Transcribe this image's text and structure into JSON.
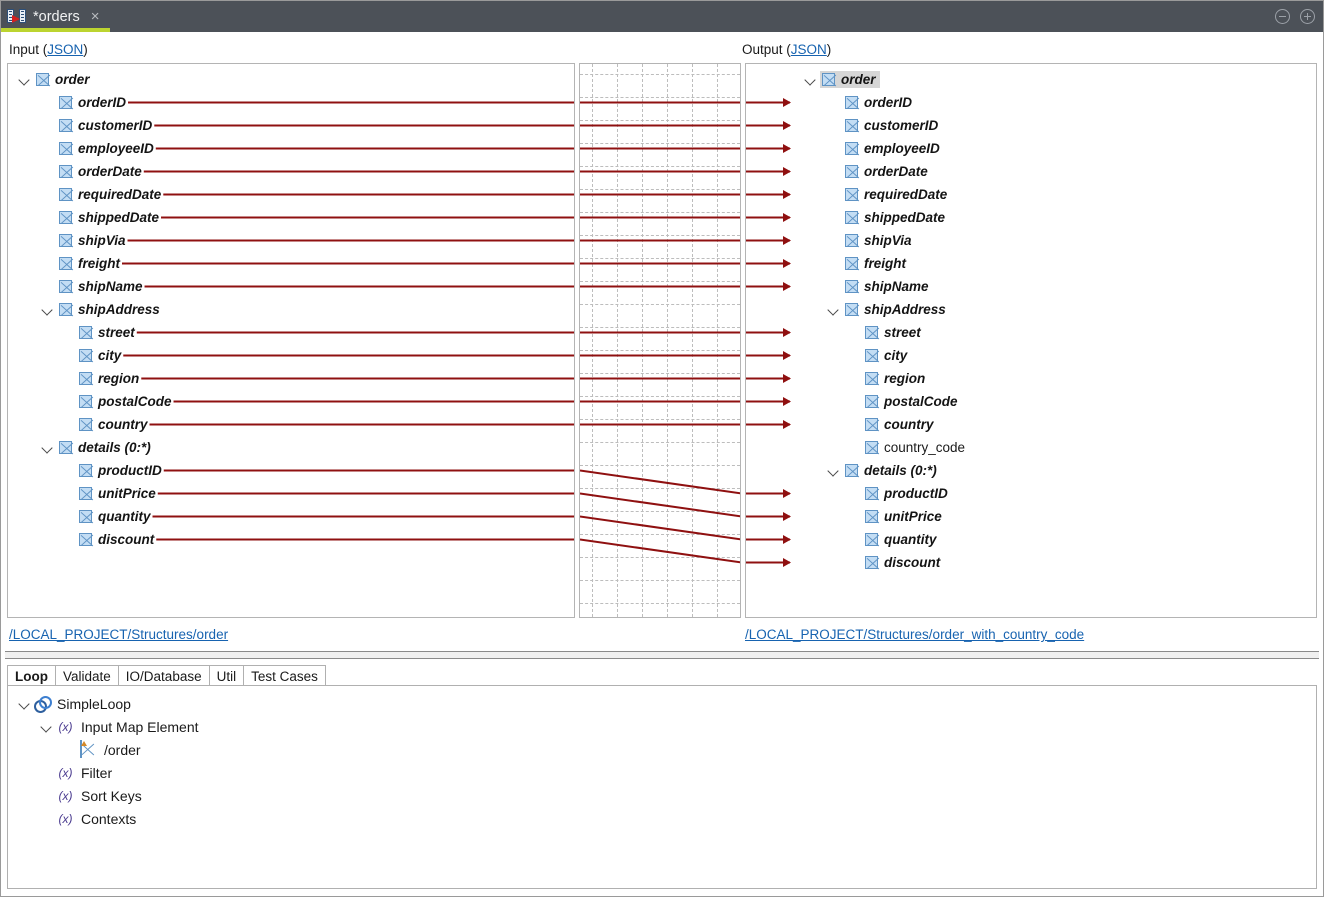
{
  "window": {
    "tab_title": "*orders",
    "tab_icon": "map-document-icon",
    "close_label": "×",
    "minimize_label": "minimize-icon",
    "maximize_label": "maximize-icon"
  },
  "input": {
    "caption_prefix": "Input (",
    "caption_link": "JSON",
    "caption_suffix": ")",
    "path": "/LOCAL_PROJECT/Structures/order",
    "nodes": [
      {
        "label": "order",
        "depth": 0,
        "expandable": true,
        "mapped": false,
        "plain": false
      },
      {
        "label": "orderID",
        "depth": 1,
        "expandable": false,
        "mapped": true,
        "plain": false
      },
      {
        "label": "customerID",
        "depth": 1,
        "expandable": false,
        "mapped": true,
        "plain": false
      },
      {
        "label": "employeeID",
        "depth": 1,
        "expandable": false,
        "mapped": true,
        "plain": false
      },
      {
        "label": "orderDate",
        "depth": 1,
        "expandable": false,
        "mapped": true,
        "plain": false
      },
      {
        "label": "requiredDate",
        "depth": 1,
        "expandable": false,
        "mapped": true,
        "plain": false
      },
      {
        "label": "shippedDate",
        "depth": 1,
        "expandable": false,
        "mapped": true,
        "plain": false
      },
      {
        "label": "shipVia",
        "depth": 1,
        "expandable": false,
        "mapped": true,
        "plain": false
      },
      {
        "label": "freight",
        "depth": 1,
        "expandable": false,
        "mapped": true,
        "plain": false
      },
      {
        "label": "shipName",
        "depth": 1,
        "expandable": false,
        "mapped": true,
        "plain": false
      },
      {
        "label": "shipAddress",
        "depth": 1,
        "expandable": true,
        "mapped": false,
        "plain": false
      },
      {
        "label": "street",
        "depth": 2,
        "expandable": false,
        "mapped": true,
        "plain": false
      },
      {
        "label": "city",
        "depth": 2,
        "expandable": false,
        "mapped": true,
        "plain": false
      },
      {
        "label": "region",
        "depth": 2,
        "expandable": false,
        "mapped": true,
        "plain": false
      },
      {
        "label": "postalCode",
        "depth": 2,
        "expandable": false,
        "mapped": true,
        "plain": false
      },
      {
        "label": "country",
        "depth": 2,
        "expandable": false,
        "mapped": true,
        "plain": false
      },
      {
        "label": "details (0:*)",
        "depth": 1,
        "expandable": true,
        "mapped": false,
        "plain": false
      },
      {
        "label": "productID",
        "depth": 2,
        "expandable": false,
        "mapped": true,
        "plain": false
      },
      {
        "label": "unitPrice",
        "depth": 2,
        "expandable": false,
        "mapped": true,
        "plain": false
      },
      {
        "label": "quantity",
        "depth": 2,
        "expandable": false,
        "mapped": true,
        "plain": false
      },
      {
        "label": "discount",
        "depth": 2,
        "expandable": false,
        "mapped": true,
        "plain": false
      }
    ]
  },
  "output": {
    "caption_prefix": "Output (",
    "caption_link": "JSON",
    "caption_suffix": ")",
    "path": "/LOCAL_PROJECT/Structures/order_with_country_code",
    "nodes": [
      {
        "label": "order",
        "depth": 0,
        "expandable": true,
        "mapped": false,
        "plain": false,
        "selected": true
      },
      {
        "label": "orderID",
        "depth": 1,
        "expandable": false,
        "mapped": true,
        "plain": false,
        "selected": false
      },
      {
        "label": "customerID",
        "depth": 1,
        "expandable": false,
        "mapped": true,
        "plain": false,
        "selected": false
      },
      {
        "label": "employeeID",
        "depth": 1,
        "expandable": false,
        "mapped": true,
        "plain": false,
        "selected": false
      },
      {
        "label": "orderDate",
        "depth": 1,
        "expandable": false,
        "mapped": true,
        "plain": false,
        "selected": false
      },
      {
        "label": "requiredDate",
        "depth": 1,
        "expandable": false,
        "mapped": true,
        "plain": false,
        "selected": false
      },
      {
        "label": "shippedDate",
        "depth": 1,
        "expandable": false,
        "mapped": true,
        "plain": false,
        "selected": false
      },
      {
        "label": "shipVia",
        "depth": 1,
        "expandable": false,
        "mapped": true,
        "plain": false,
        "selected": false
      },
      {
        "label": "freight",
        "depth": 1,
        "expandable": false,
        "mapped": true,
        "plain": false,
        "selected": false
      },
      {
        "label": "shipName",
        "depth": 1,
        "expandable": false,
        "mapped": true,
        "plain": false,
        "selected": false
      },
      {
        "label": "shipAddress",
        "depth": 1,
        "expandable": true,
        "mapped": false,
        "plain": false,
        "selected": false
      },
      {
        "label": "street",
        "depth": 2,
        "expandable": false,
        "mapped": true,
        "plain": false,
        "selected": false
      },
      {
        "label": "city",
        "depth": 2,
        "expandable": false,
        "mapped": true,
        "plain": false,
        "selected": false
      },
      {
        "label": "region",
        "depth": 2,
        "expandable": false,
        "mapped": true,
        "plain": false,
        "selected": false
      },
      {
        "label": "postalCode",
        "depth": 2,
        "expandable": false,
        "mapped": true,
        "plain": false,
        "selected": false
      },
      {
        "label": "country",
        "depth": 2,
        "expandable": false,
        "mapped": true,
        "plain": false,
        "selected": false
      },
      {
        "label": "country_code",
        "depth": 2,
        "expandable": false,
        "mapped": false,
        "plain": true,
        "selected": false
      },
      {
        "label": "details (0:*)",
        "depth": 1,
        "expandable": true,
        "mapped": false,
        "plain": false,
        "selected": false
      },
      {
        "label": "productID",
        "depth": 2,
        "expandable": false,
        "mapped": true,
        "plain": false,
        "selected": false
      },
      {
        "label": "unitPrice",
        "depth": 2,
        "expandable": false,
        "mapped": true,
        "plain": false,
        "selected": false
      },
      {
        "label": "quantity",
        "depth": 2,
        "expandable": false,
        "mapped": true,
        "plain": false,
        "selected": false
      },
      {
        "label": "discount",
        "depth": 2,
        "expandable": false,
        "mapped": true,
        "plain": false,
        "selected": false
      }
    ]
  },
  "mappings": [
    {
      "from": "orderID",
      "to": "orderID",
      "from_row": 1,
      "to_row": 1
    },
    {
      "from": "customerID",
      "to": "customerID",
      "from_row": 2,
      "to_row": 2
    },
    {
      "from": "employeeID",
      "to": "employeeID",
      "from_row": 3,
      "to_row": 3
    },
    {
      "from": "orderDate",
      "to": "orderDate",
      "from_row": 4,
      "to_row": 4
    },
    {
      "from": "requiredDate",
      "to": "requiredDate",
      "from_row": 5,
      "to_row": 5
    },
    {
      "from": "shippedDate",
      "to": "shippedDate",
      "from_row": 6,
      "to_row": 6
    },
    {
      "from": "shipVia",
      "to": "shipVia",
      "from_row": 7,
      "to_row": 7
    },
    {
      "from": "freight",
      "to": "freight",
      "from_row": 8,
      "to_row": 8
    },
    {
      "from": "shipName",
      "to": "shipName",
      "from_row": 9,
      "to_row": 9
    },
    {
      "from": "street",
      "to": "street",
      "from_row": 11,
      "to_row": 11
    },
    {
      "from": "city",
      "to": "city",
      "from_row": 12,
      "to_row": 12
    },
    {
      "from": "region",
      "to": "region",
      "from_row": 13,
      "to_row": 13
    },
    {
      "from": "postalCode",
      "to": "postalCode",
      "from_row": 14,
      "to_row": 14
    },
    {
      "from": "country",
      "to": "country",
      "from_row": 15,
      "to_row": 15
    },
    {
      "from": "productID",
      "to": "productID",
      "from_row": 17,
      "to_row": 18
    },
    {
      "from": "unitPrice",
      "to": "unitPrice",
      "from_row": 18,
      "to_row": 19
    },
    {
      "from": "quantity",
      "to": "quantity",
      "from_row": 19,
      "to_row": 20
    },
    {
      "from": "discount",
      "to": "discount",
      "from_row": 20,
      "to_row": 21
    }
  ],
  "bottom": {
    "tabs": [
      {
        "label": "Loop",
        "active": true
      },
      {
        "label": "Validate",
        "active": false
      },
      {
        "label": "IO/Database",
        "active": false
      },
      {
        "label": "Util",
        "active": false
      },
      {
        "label": "Test Cases",
        "active": false
      }
    ],
    "tree": [
      {
        "label": "SimpleLoop",
        "depth": 0,
        "icon": "chain-link-icon",
        "expandable": true
      },
      {
        "label": "Input Map Element",
        "depth": 1,
        "icon": "function-x-icon",
        "expandable": true
      },
      {
        "label": "/order",
        "depth": 2,
        "icon": "map-element-icon",
        "expandable": false
      },
      {
        "label": "Filter",
        "depth": 1,
        "icon": "function-x-icon",
        "expandable": false
      },
      {
        "label": "Sort Keys",
        "depth": 1,
        "icon": "function-x-icon",
        "expandable": false
      },
      {
        "label": "Contexts",
        "depth": 1,
        "icon": "function-x-icon",
        "expandable": false
      }
    ]
  },
  "colors": {
    "titlebar_bg": "#4c5158",
    "tab_accent": "#bcd430",
    "link": "#1763b0",
    "mapping_line": "#8f1010",
    "node_icon_fill": "#c3ddf4",
    "node_icon_border": "#5f93c4",
    "selection_bg": "#d6d6d6"
  }
}
